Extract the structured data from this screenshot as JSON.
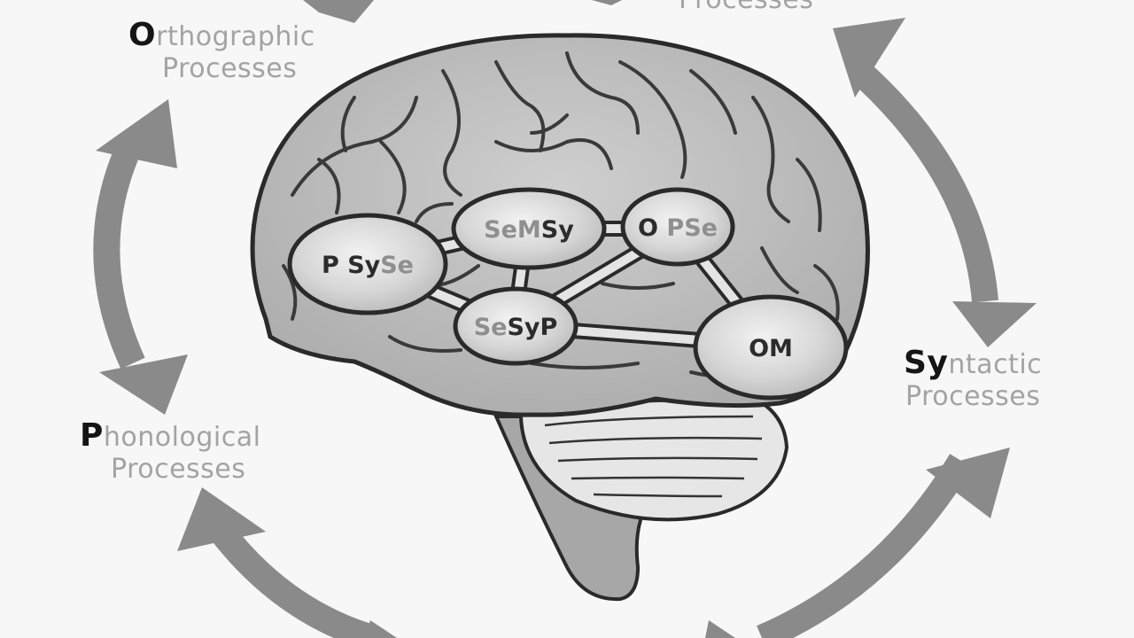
{
  "labels": {
    "orthographic": {
      "initial": "O",
      "rest": "rthographic",
      "line2": "Processes"
    },
    "top_partial": {
      "line2": "Processes"
    },
    "phonological": {
      "initial": "P",
      "rest": "honological",
      "line2": "Processes"
    },
    "syntactic": {
      "initial": "Sy",
      "rest": "ntactic",
      "line2": "Processes"
    }
  },
  "nodes": {
    "psyse": [
      {
        "t": "P ",
        "c": "dk"
      },
      {
        "t": "Sy",
        "c": "dk"
      },
      {
        "t": "Se",
        "c": "lt"
      }
    ],
    "semsy": [
      {
        "t": "Se",
        "c": "lt"
      },
      {
        "t": "M",
        "c": "lt"
      },
      {
        "t": "Sy",
        "c": "dk"
      }
    ],
    "opse": [
      {
        "t": "O ",
        "c": "dk"
      },
      {
        "t": "P",
        "c": "lt"
      },
      {
        "t": "Se",
        "c": "lt"
      }
    ],
    "sesyp": [
      {
        "t": "Se",
        "c": "lt"
      },
      {
        "t": "Sy",
        "c": "dk"
      },
      {
        "t": "P",
        "c": "dk"
      }
    ],
    "om": [
      {
        "t": "O",
        "c": "dk"
      },
      {
        "t": "M",
        "c": "dk"
      }
    ]
  },
  "colors": {
    "background": "#f7f7f7",
    "arrow": "#8a8a8a",
    "brain_fill": "#bdbdbd",
    "node_fill": "#dcdcdc",
    "outline": "#2a2a2a"
  }
}
